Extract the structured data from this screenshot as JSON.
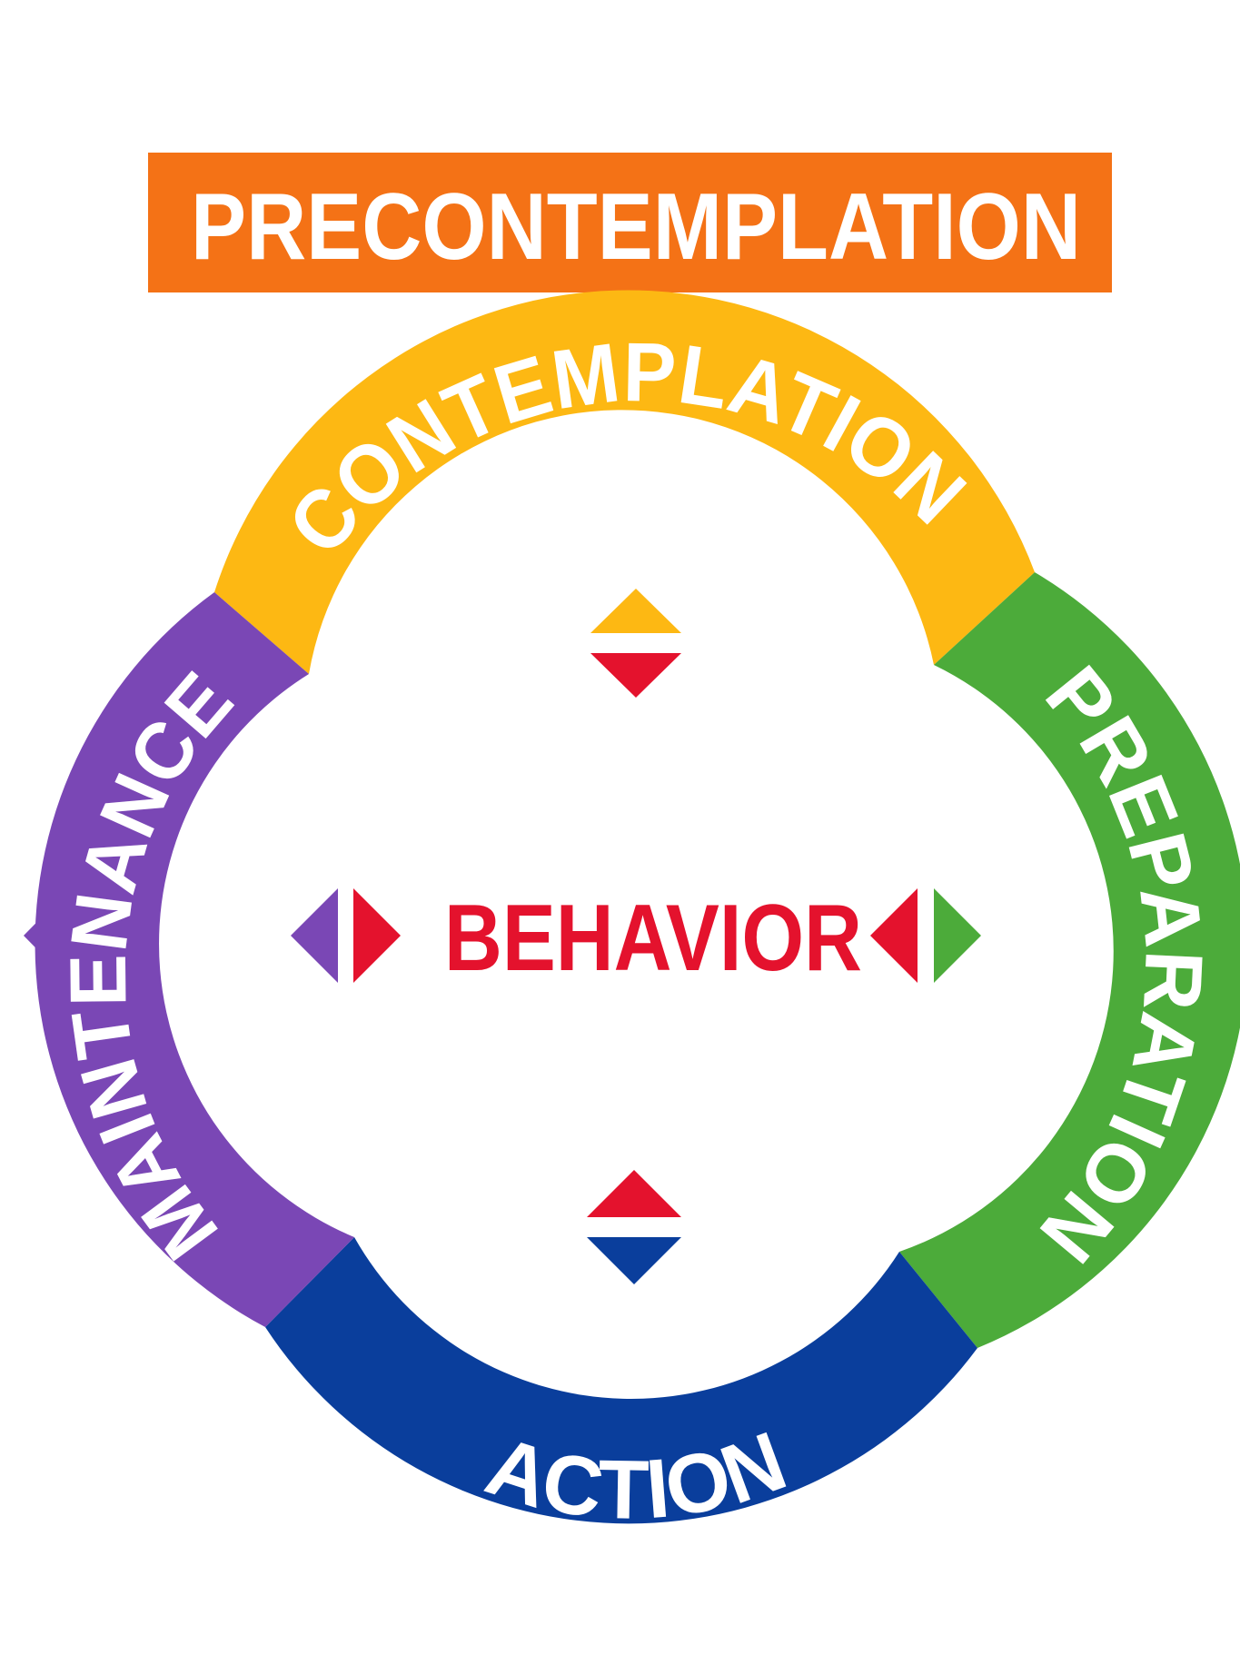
{
  "precontemplation": {
    "label": "PRECONTEMPLATION",
    "color": "#F47216"
  },
  "stages": [
    {
      "id": "contemplation",
      "label": "CONTEMPLATION",
      "color": "#FDB813"
    },
    {
      "id": "preparation",
      "label": "PREPARATION",
      "color": "#4CAB3A"
    },
    {
      "id": "action",
      "label": "ACTION",
      "color": "#0A3E9C"
    },
    {
      "id": "maintenance",
      "label": "MAINTENANCE",
      "color": "#7A47B5"
    }
  ],
  "center": {
    "label": "BEHAVIOR",
    "color": "#E4122D"
  }
}
